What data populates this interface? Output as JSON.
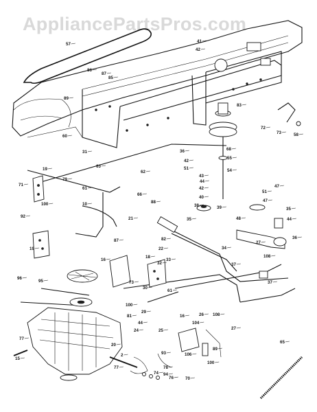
{
  "watermark": "AppliancePartsPros.com",
  "callouts": [
    "57",
    "41",
    "42",
    "83",
    "72",
    "73",
    "58",
    "86",
    "87",
    "85",
    "89",
    "60",
    "31",
    "36",
    "42",
    "51",
    "68",
    "55",
    "54",
    "43",
    "44",
    "42",
    "40",
    "38",
    "39",
    "19",
    "63",
    "62",
    "71",
    "79",
    "61",
    "66",
    "88",
    "100",
    "92",
    "10",
    "21",
    "35",
    "48",
    "44",
    "35",
    "47",
    "47",
    "51",
    "36",
    "82",
    "34",
    "37",
    "61",
    "19",
    "27",
    "108",
    "87",
    "16",
    "37",
    "18",
    "22",
    "32",
    "30",
    "33",
    "73",
    "96",
    "95",
    "100",
    "81",
    "44",
    "24",
    "29",
    "26",
    "25",
    "27",
    "15",
    "77",
    "20",
    "2",
    "77",
    "93",
    "94",
    "106",
    "100",
    "16",
    "104",
    "108",
    "89",
    "74",
    "78",
    "76",
    "70",
    "65"
  ],
  "diagram_title": ""
}
